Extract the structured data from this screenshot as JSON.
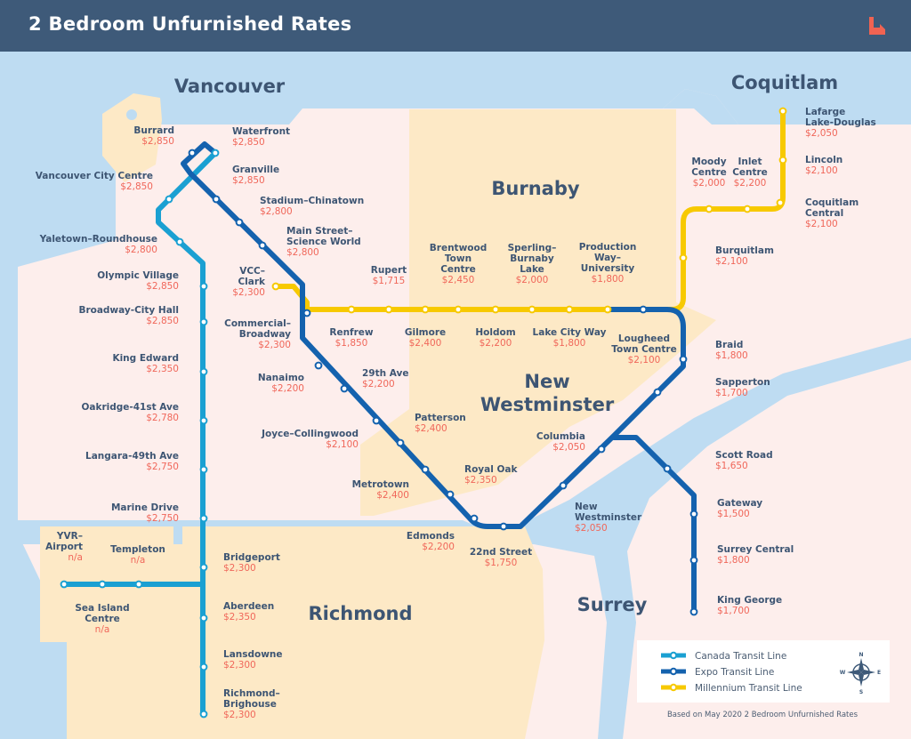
{
  "header": {
    "title": "2 Bedroom Unfurnished Rates"
  },
  "colors": {
    "canada": "#1aa0d2",
    "expo": "#1462ae",
    "millennium": "#f7c900",
    "water": "#bedcf2",
    "land": "#fdeeec",
    "district": "#fde9c6",
    "name": "#3d5573",
    "price": "#f0675a"
  },
  "regions": [
    "Vancouver",
    "Coquitlam",
    "Burnaby",
    "New",
    "Westminster",
    "Richmond",
    "Surrey"
  ],
  "stations": [
    {
      "name": [
        "Burrard"
      ],
      "price": "$2,850"
    },
    {
      "name": [
        "Waterfront"
      ],
      "price": "$2,850"
    },
    {
      "name": [
        "Vancouver City Centre"
      ],
      "price": "$2,850"
    },
    {
      "name": [
        "Granville"
      ],
      "price": "$2,850"
    },
    {
      "name": [
        "Stadium–Chinatown"
      ],
      "price": "$2,800"
    },
    {
      "name": [
        "Main Street–",
        "Science World"
      ],
      "price": "$2,800"
    },
    {
      "name": [
        "Yaletown–Roundhouse"
      ],
      "price": "$2,800"
    },
    {
      "name": [
        "Olympic Village"
      ],
      "price": "$2,850"
    },
    {
      "name": [
        "Broadway-City Hall"
      ],
      "price": "$2,850"
    },
    {
      "name": [
        "King Edward"
      ],
      "price": "$2,350"
    },
    {
      "name": [
        "Oakridge-41st Ave"
      ],
      "price": "$2,780"
    },
    {
      "name": [
        "Langara-49th Ave"
      ],
      "price": "$2,750"
    },
    {
      "name": [
        "Marine Drive"
      ],
      "price": "$2,750"
    },
    {
      "name": [
        "YVR–",
        "Airport"
      ],
      "price": "n/a"
    },
    {
      "name": [
        "Templeton"
      ],
      "price": "n/a"
    },
    {
      "name": [
        "Sea Island",
        "Centre"
      ],
      "price": "n/a"
    },
    {
      "name": [
        "Bridgeport"
      ],
      "price": "$2,300"
    },
    {
      "name": [
        "Aberdeen"
      ],
      "price": "$2,350"
    },
    {
      "name": [
        "Lansdowne"
      ],
      "price": "$2,300"
    },
    {
      "name": [
        "Richmond–",
        "Brighouse"
      ],
      "price": "$2,300"
    },
    {
      "name": [
        "Commercial–",
        "Broadway"
      ],
      "price": "$2,300"
    },
    {
      "name": [
        "Nanaimo"
      ],
      "price": "$2,200"
    },
    {
      "name": [
        "29th Ave"
      ],
      "price": "$2,200"
    },
    {
      "name": [
        "Joyce–Collingwood"
      ],
      "price": "$2,100"
    },
    {
      "name": [
        "Patterson"
      ],
      "price": "$2,400"
    },
    {
      "name": [
        "Metrotown"
      ],
      "price": "$2,400"
    },
    {
      "name": [
        "Royal Oak"
      ],
      "price": "$2,350"
    },
    {
      "name": [
        "Edmonds"
      ],
      "price": "$2,200"
    },
    {
      "name": [
        "22nd Street"
      ],
      "price": "$1,750"
    },
    {
      "name": [
        "New",
        "Westminster"
      ],
      "price": "$2,050"
    },
    {
      "name": [
        "Columbia"
      ],
      "price": "$2,050"
    },
    {
      "name": [
        "Sapperton"
      ],
      "price": "$1,700"
    },
    {
      "name": [
        "Braid"
      ],
      "price": "$1,800"
    },
    {
      "name": [
        "Lougheed",
        "Town Centre"
      ],
      "price": "$2,100"
    },
    {
      "name": [
        "Scott Road"
      ],
      "price": "$1,650"
    },
    {
      "name": [
        "Gateway"
      ],
      "price": "$1,500"
    },
    {
      "name": [
        "Surrey Central"
      ],
      "price": "$1,800"
    },
    {
      "name": [
        "King George"
      ],
      "price": "$1,700"
    },
    {
      "name": [
        "VCC–",
        "Clark"
      ],
      "price": "$2,300"
    },
    {
      "name": [
        "Renfrew"
      ],
      "price": "$1,850"
    },
    {
      "name": [
        "Rupert"
      ],
      "price": "$1,715"
    },
    {
      "name": [
        "Gilmore"
      ],
      "price": "$2,400"
    },
    {
      "name": [
        "Brentwood",
        "Town",
        "Centre"
      ],
      "price": "$2,450"
    },
    {
      "name": [
        "Holdom"
      ],
      "price": "$2,200"
    },
    {
      "name": [
        "Sperling–",
        "Burnaby",
        "Lake"
      ],
      "price": "$2,000"
    },
    {
      "name": [
        "Lake City Way"
      ],
      "price": "$1,800"
    },
    {
      "name": [
        "Production",
        "Way–",
        "University"
      ],
      "price": "$1,800"
    },
    {
      "name": [
        "Burquitlam"
      ],
      "price": "$2,100"
    },
    {
      "name": [
        "Moody",
        "Centre"
      ],
      "price": "$2,000"
    },
    {
      "name": [
        "Inlet",
        "Centre"
      ],
      "price": "$2,200"
    },
    {
      "name": [
        "Coquitlam",
        "Central"
      ],
      "price": "$2,100"
    },
    {
      "name": [
        "Lincoln"
      ],
      "price": "$2,100"
    },
    {
      "name": [
        "Lafarge",
        "Lake-Douglas"
      ],
      "price": "$2,050"
    }
  ],
  "legend": {
    "items": [
      "Canada Transit Line",
      "Expo Transit Line",
      "Millennium Transit Line"
    ],
    "compass": [
      "N",
      "S",
      "E",
      "W"
    ]
  },
  "footer": "Based on May 2020 2 Bedroom Unfurnished Rates"
}
